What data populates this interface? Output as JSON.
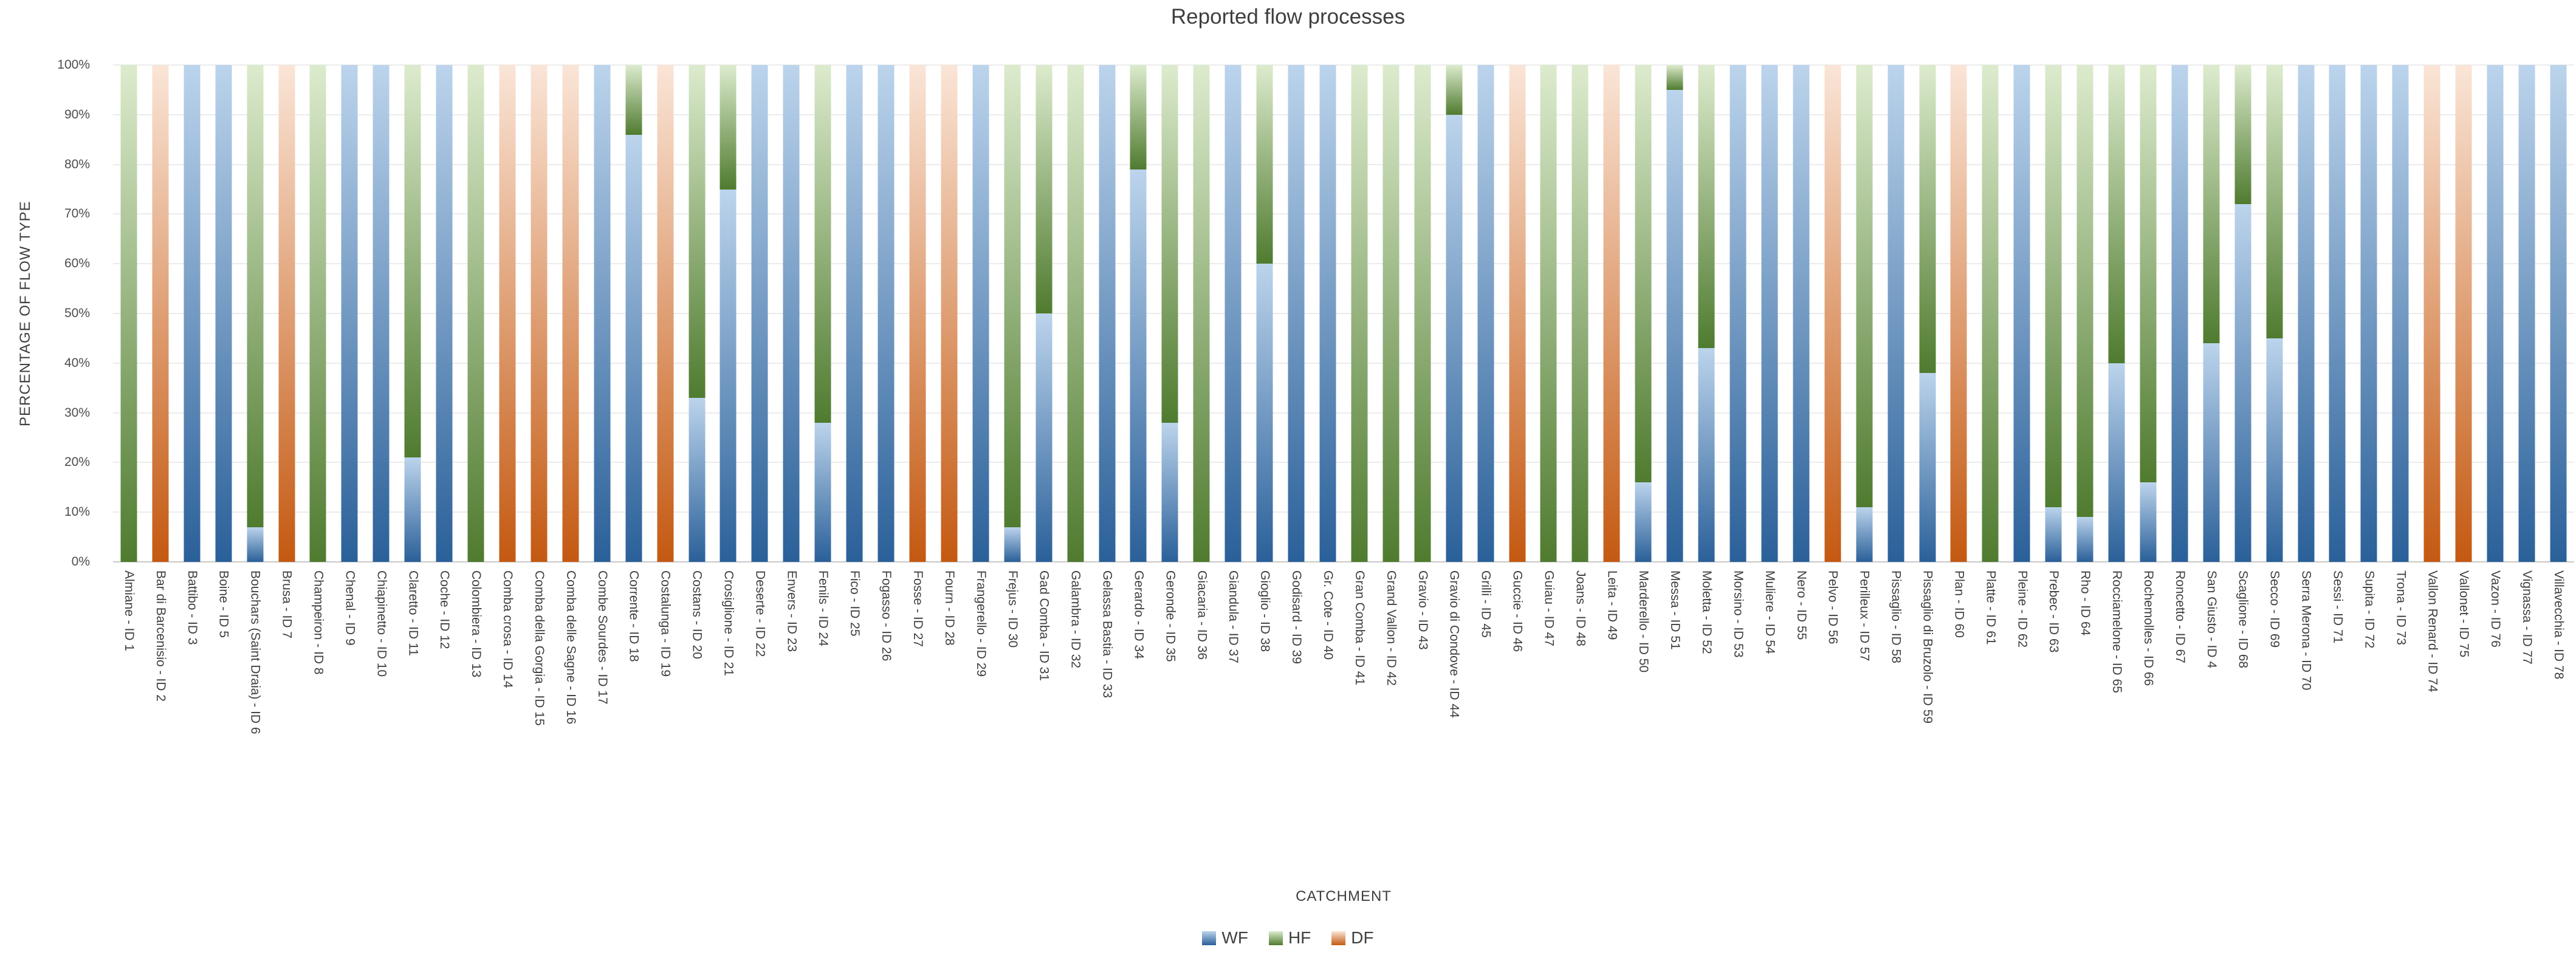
{
  "title": "Reported flow processes",
  "y_axis": {
    "title": "PERCENTAGE OF FLOW TYPE",
    "ticks": [
      "0%",
      "10%",
      "20%",
      "30%",
      "40%",
      "50%",
      "60%",
      "70%",
      "80%",
      "90%",
      "100%"
    ]
  },
  "x_axis": {
    "title": "CATCHMENT"
  },
  "legend": {
    "position": "bottom",
    "items": [
      "WF",
      "HF",
      "DF"
    ]
  },
  "colors": {
    "wf_top": "#bcd4ec",
    "wf_bottom": "#2a6099",
    "hf_top": "#dcebcd",
    "hf_bottom": "#4f7b2f",
    "df_top": "#fae5d7",
    "df_bottom": "#c45911",
    "gridline": "#ececec",
    "axis_line": "#c9c9c9",
    "text": "#3f3f3f"
  },
  "chart_data": {
    "type": "bar",
    "stacked": true,
    "units": "percent",
    "ylim": [
      0,
      100
    ],
    "grid": true,
    "legend_position": "bottom",
    "stack_order_bottom_to_top": [
      "WF",
      "HF",
      "DF"
    ],
    "categories": [
      "Almiane - ID 1",
      "Bar di Barcenisio - ID 2",
      "Battibo - ID 3",
      "Boine - ID 5",
      "Bouchars (Saint Draia) - ID 6",
      "Brusa - ID 7",
      "Champeiron - ID 8",
      "Chenal - ID 9",
      "Chiapinetto - ID 10",
      "Claretto - ID 11",
      "Coche - ID 12",
      "Colombiera - ID 13",
      "Comba crosa - ID 14",
      "Comba della Gorgia - ID 15",
      "Comba delle Sagne - ID 16",
      "Combe Sourdes - ID 17",
      "Corrente - ID 18",
      "Costalunga - ID 19",
      "Costans - ID 20",
      "Crosiglione - ID 21",
      "Deserte - ID 22",
      "Envers - ID 23",
      "Fenils - ID 24",
      "Fico - ID 25",
      "Fogasso - ID 26",
      "Fosse - ID 27",
      "Fourn - ID 28",
      "Frangerello - ID 29",
      "Frejus - ID 30",
      "Gad Comba - ID 31",
      "Galambra - ID 32",
      "Gelassa Bastia - ID 33",
      "Gerardo - ID 34",
      "Geronde - ID 35",
      "Giacaria - ID 36",
      "Giandula - ID 37",
      "Gioglio - ID 38",
      "Godisard - ID 39",
      "Gr. Cote - ID 40",
      "Gran Comba - ID 41",
      "Grand Vallon - ID 42",
      "Gravio - ID 43",
      "Gravio di Condove - ID 44",
      "Grilli - ID 45",
      "Guccie - ID 46",
      "Guiau - ID 47",
      "Joans - ID 48",
      "Leita - ID 49",
      "Marderello - ID 50",
      "Messa - ID 51",
      "Moletta - ID 52",
      "Morsino - ID 53",
      "Muliere - ID 54",
      "Nero - ID 55",
      "Pelvo - ID 56",
      "Perilleux - ID 57",
      "Pissaglio - ID 58",
      "Pissaglio di Bruzolo - ID 59",
      "Plan - ID 60",
      "Platte - ID 61",
      "Pleine - ID 62",
      "Prebec - ID 63",
      "Rho - ID 64",
      "Rocciamelone - ID 65",
      "Rochemolles - ID 66",
      "Roncetto - ID 67",
      "San Giusto - ID 4",
      "Scaglione - ID 68",
      "Secco - ID 69",
      "Serra Merona - ID 70",
      "Sessi - ID 71",
      "Supita - ID 72",
      "Trona - ID 73",
      "Vallon Renard - ID 74",
      "Vallonet - ID 75",
      "Vazon - ID 76",
      "Vignassa - ID 77",
      "Villavecchia - ID 78"
    ],
    "series": [
      {
        "name": "WF",
        "values": [
          0,
          0,
          100,
          100,
          7,
          0,
          0,
          100,
          100,
          21,
          100,
          0,
          0,
          0,
          0,
          100,
          86,
          0,
          33,
          75,
          100,
          100,
          28,
          100,
          100,
          0,
          0,
          100,
          7,
          50,
          0,
          100,
          79,
          28,
          0,
          100,
          60,
          100,
          100,
          0,
          0,
          0,
          90,
          100,
          0,
          0,
          0,
          0,
          16,
          95,
          43,
          100,
          100,
          100,
          0,
          11,
          100,
          38,
          0,
          0,
          100,
          11,
          9,
          40,
          16,
          100,
          44,
          72,
          45,
          100,
          100,
          100,
          100,
          0,
          0,
          100,
          100,
          100
        ]
      },
      {
        "name": "HF",
        "values": [
          100,
          0,
          0,
          0,
          93,
          0,
          100,
          0,
          0,
          79,
          0,
          100,
          0,
          0,
          0,
          0,
          14,
          0,
          67,
          25,
          0,
          0,
          72,
          0,
          0,
          0,
          0,
          0,
          93,
          50,
          100,
          0,
          21,
          72,
          100,
          0,
          40,
          0,
          0,
          100,
          100,
          100,
          10,
          0,
          0,
          100,
          100,
          0,
          84,
          5,
          57,
          0,
          0,
          0,
          0,
          89,
          0,
          62,
          0,
          100,
          0,
          89,
          91,
          60,
          84,
          0,
          56,
          28,
          55,
          0,
          0,
          0,
          0,
          0,
          0,
          0,
          0,
          0
        ]
      },
      {
        "name": "DF",
        "values": [
          0,
          100,
          0,
          0,
          0,
          100,
          0,
          0,
          0,
          0,
          0,
          0,
          100,
          100,
          100,
          0,
          0,
          100,
          0,
          0,
          0,
          0,
          0,
          0,
          0,
          100,
          100,
          0,
          0,
          0,
          0,
          0,
          0,
          0,
          0,
          0,
          0,
          0,
          0,
          0,
          0,
          0,
          0,
          0,
          100,
          0,
          0,
          100,
          0,
          0,
          0,
          0,
          0,
          0,
          100,
          0,
          0,
          0,
          100,
          0,
          0,
          0,
          0,
          0,
          0,
          0,
          0,
          0,
          0,
          0,
          0,
          0,
          0,
          100,
          100,
          0,
          0,
          0
        ]
      }
    ]
  }
}
